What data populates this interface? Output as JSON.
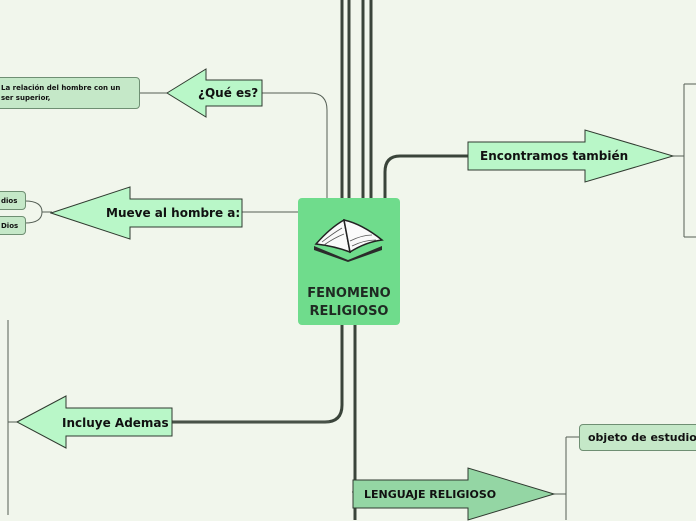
{
  "central": {
    "title": "FENOMENO\nRELIGIOSO",
    "icon": "open-book-icon",
    "color": "#6fdc8c"
  },
  "topics": {
    "que_es": "¿Qué es?",
    "mueve": "Mueve al hombre a:",
    "incluye": "Incluye Ademas",
    "encontramos": "Encontramos también",
    "lenguaje": "LENGUAJE RELIGIOSO"
  },
  "subtopics": {
    "relacion": "La relación del hombre con un ser superior,",
    "dios_1": "dios",
    "dios_2": "Dios",
    "objeto": "objeto de estudio y"
  },
  "colors": {
    "topic_fill": "#b9f7c8",
    "lenguaje_fill": "#94d6a4",
    "subtopic_fill": "#c5e8c8",
    "connector": "#333d33",
    "background": "#f1f6ec"
  }
}
